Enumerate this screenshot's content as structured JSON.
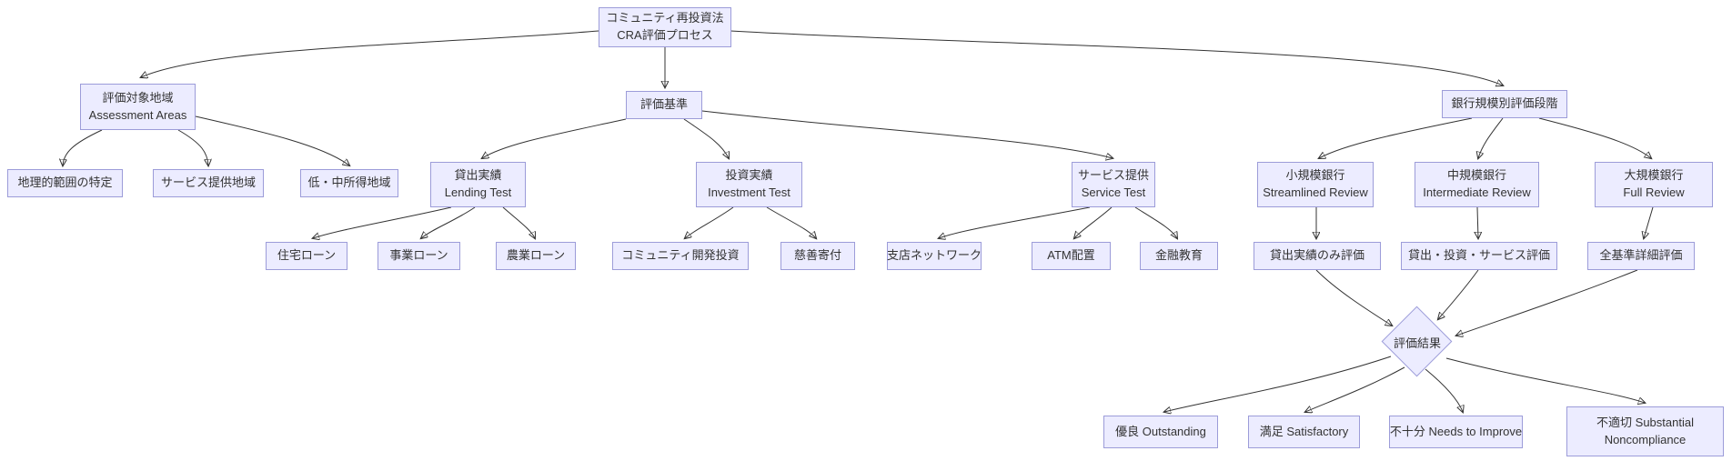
{
  "diagram": {
    "title": "CRA evaluation process flowchart",
    "colors": {
      "node_fill": "#ECECFF",
      "node_border": "#9c9cd9",
      "edge": "#333333",
      "text": "#333333"
    },
    "nodes": {
      "root": {
        "line1": "コミュニティ再投資法",
        "line2": "CRA評価プロセス"
      },
      "assessment_areas": {
        "line1": "評価対象地域",
        "line2": "Assessment Areas"
      },
      "criteria": {
        "line1": "評価基準"
      },
      "bank_size_stage": {
        "line1": "銀行規模別評価段階"
      },
      "geographic_scope": {
        "line1": "地理的範囲の特定"
      },
      "service_area": {
        "line1": "サービス提供地域"
      },
      "low_mid_income": {
        "line1": "低・中所得地域"
      },
      "lending_test": {
        "line1": "貸出実績",
        "line2": "Lending Test"
      },
      "investment_test": {
        "line1": "投資実績",
        "line2": "Investment Test"
      },
      "service_test": {
        "line1": "サービス提供",
        "line2": "Service Test"
      },
      "small_bank": {
        "line1": "小規模銀行",
        "line2": "Streamlined Review"
      },
      "mid_bank": {
        "line1": "中規模銀行",
        "line2": "Intermediate Review"
      },
      "large_bank": {
        "line1": "大規模銀行",
        "line2": "Full Review"
      },
      "home_loan": {
        "line1": "住宅ローン"
      },
      "business_loan": {
        "line1": "事業ローン"
      },
      "agri_loan": {
        "line1": "農業ローン"
      },
      "community_dev_investment": {
        "line1": "コミュニティ開発投資"
      },
      "charitable_donation": {
        "line1": "慈善寄付"
      },
      "branch_network": {
        "line1": "支店ネットワーク"
      },
      "atm_placement": {
        "line1": "ATM配置"
      },
      "financial_education": {
        "line1": "金融教育"
      },
      "lending_only_eval": {
        "line1": "貸出実績のみ評価"
      },
      "lending_invest_service_eval": {
        "line1": "貸出・投資・サービス評価"
      },
      "full_criteria_eval": {
        "line1": "全基準詳細評価"
      },
      "evaluation_result": {
        "line1": "評価結果"
      },
      "outstanding": {
        "line1": "優良 Outstanding"
      },
      "satisfactory": {
        "line1": "満足 Satisfactory"
      },
      "needs_improve": {
        "line1": "不十分 Needs to Improve"
      },
      "noncompliance": {
        "line1": "不適切 Substantial",
        "line2": "Noncompliance"
      }
    },
    "edges": [
      {
        "from": "root",
        "to": "assessment_areas"
      },
      {
        "from": "root",
        "to": "criteria"
      },
      {
        "from": "root",
        "to": "bank_size_stage"
      },
      {
        "from": "assessment_areas",
        "to": "geographic_scope"
      },
      {
        "from": "assessment_areas",
        "to": "service_area"
      },
      {
        "from": "assessment_areas",
        "to": "low_mid_income"
      },
      {
        "from": "criteria",
        "to": "lending_test"
      },
      {
        "from": "criteria",
        "to": "investment_test"
      },
      {
        "from": "criteria",
        "to": "service_test"
      },
      {
        "from": "lending_test",
        "to": "home_loan"
      },
      {
        "from": "lending_test",
        "to": "business_loan"
      },
      {
        "from": "lending_test",
        "to": "agri_loan"
      },
      {
        "from": "investment_test",
        "to": "community_dev_investment"
      },
      {
        "from": "investment_test",
        "to": "charitable_donation"
      },
      {
        "from": "service_test",
        "to": "branch_network"
      },
      {
        "from": "service_test",
        "to": "atm_placement"
      },
      {
        "from": "service_test",
        "to": "financial_education"
      },
      {
        "from": "bank_size_stage",
        "to": "small_bank"
      },
      {
        "from": "bank_size_stage",
        "to": "mid_bank"
      },
      {
        "from": "bank_size_stage",
        "to": "large_bank"
      },
      {
        "from": "small_bank",
        "to": "lending_only_eval"
      },
      {
        "from": "mid_bank",
        "to": "lending_invest_service_eval"
      },
      {
        "from": "large_bank",
        "to": "full_criteria_eval"
      },
      {
        "from": "lending_only_eval",
        "to": "evaluation_result"
      },
      {
        "from": "lending_invest_service_eval",
        "to": "evaluation_result"
      },
      {
        "from": "full_criteria_eval",
        "to": "evaluation_result"
      },
      {
        "from": "evaluation_result",
        "to": "outstanding"
      },
      {
        "from": "evaluation_result",
        "to": "satisfactory"
      },
      {
        "from": "evaluation_result",
        "to": "needs_improve"
      },
      {
        "from": "evaluation_result",
        "to": "noncompliance"
      }
    ]
  }
}
